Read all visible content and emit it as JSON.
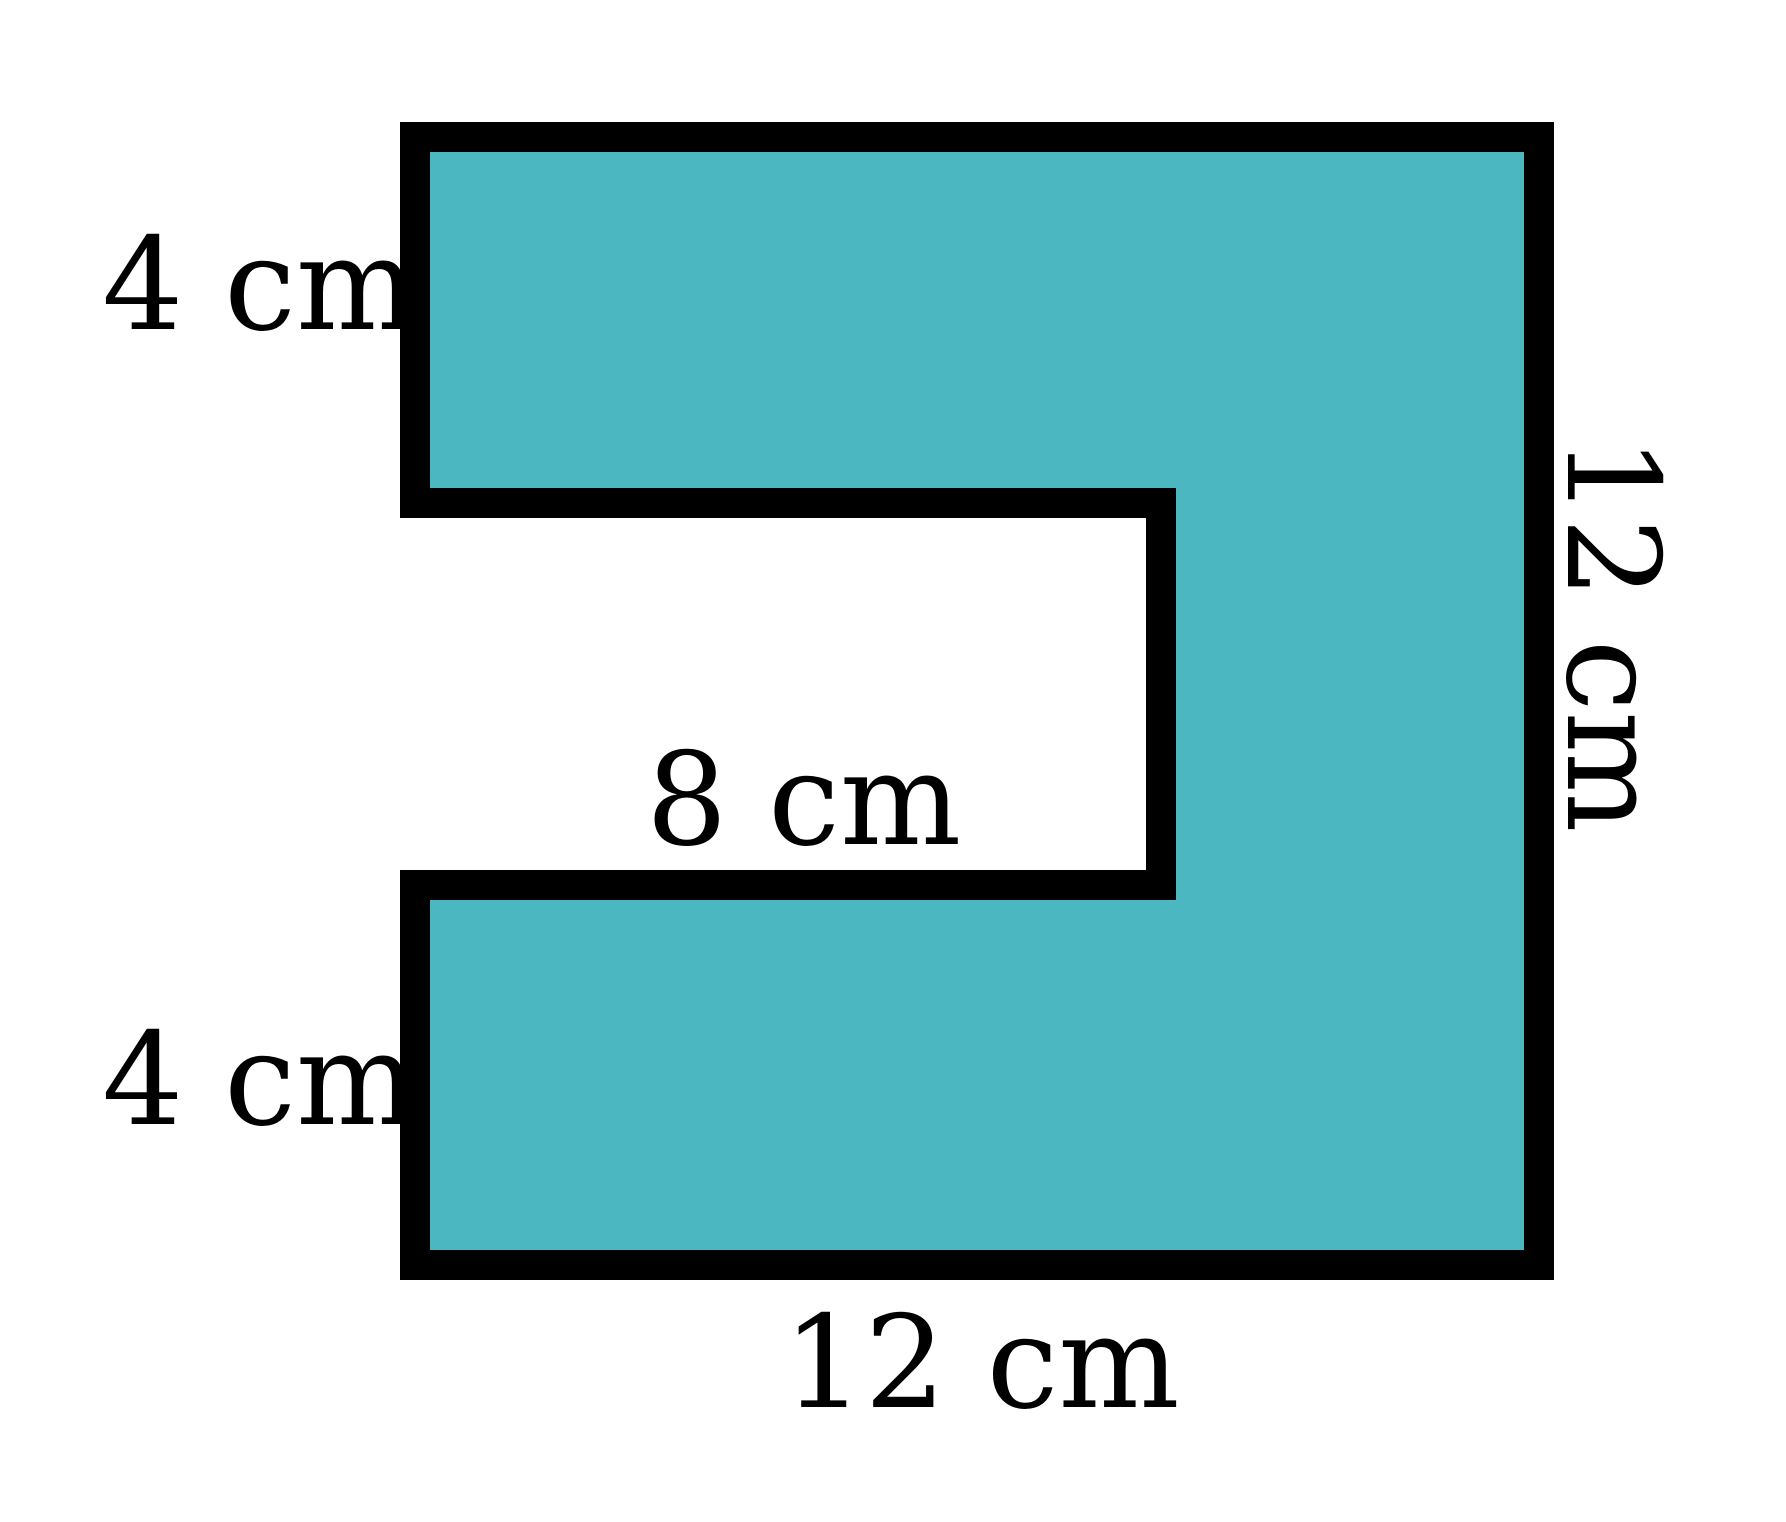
{
  "figure": {
    "fill_color": "#4bb7c0",
    "stroke_color": "#000000",
    "background": "#ffffff"
  },
  "labels": {
    "top_left_height": "4 cm",
    "notch_length": "8 cm",
    "bottom_left_height": "4 cm",
    "bottom_width": "12 cm",
    "right_height": "12 cm"
  }
}
